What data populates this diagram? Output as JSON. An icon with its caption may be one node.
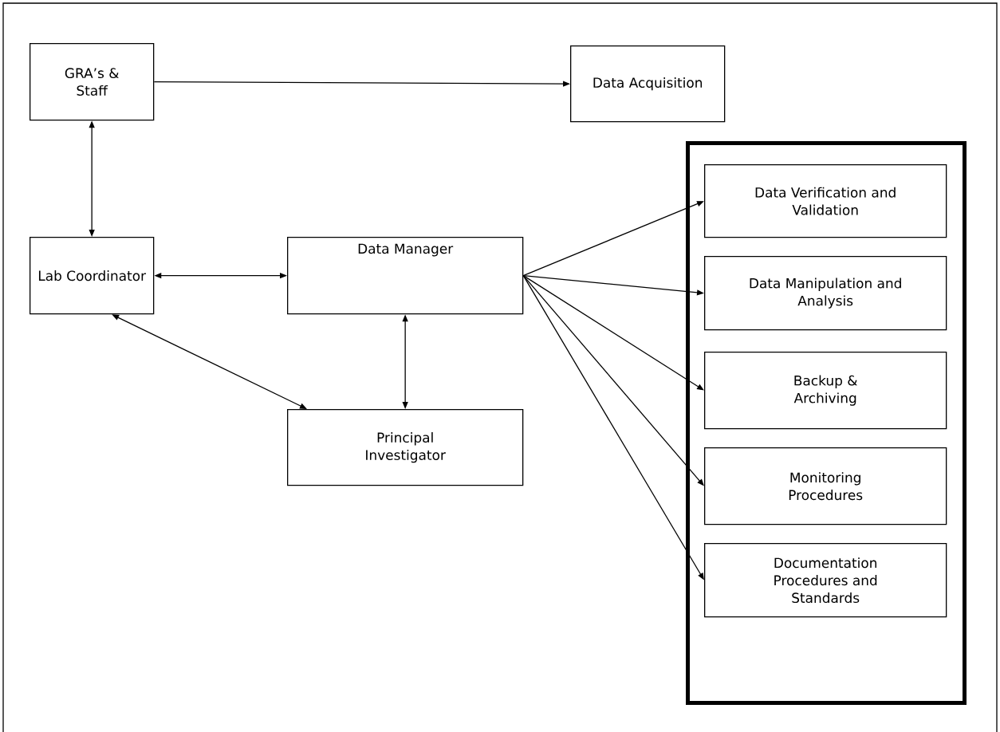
{
  "diagram": {
    "nodes": [
      {
        "text": [
          "GRA’s & Staff"
        ]
      },
      {
        "text": [
          "Data Acquisition"
        ]
      },
      {
        "text": [],
        "shape": "box"
      },
      {
        "text": [
          "Data Verification and Validation"
        ],
        "in": 2
      },
      {
        "text": [
          "Data Manipulation and Analysis"
        ],
        "in": 2
      },
      {
        "text": [
          "Backup & Archiving"
        ],
        "in": 2
      },
      {
        "text": [
          "Monitoring Procedures"
        ],
        "in": 2
      },
      {
        "text": [
          "Documentation Procedures and Standards"
        ],
        "in": 2
      },
      {
        "text": [
          "Lab Coordinator"
        ]
      },
      {
        "text": [
          "Data Manager"
        ]
      },
      {
        "text": [
          "Principal Investigator"
        ]
      }
    ],
    "edges": [
      {
        "from": 0,
        "to": 1,
        "arrow": "to"
      },
      {
        "from": 0,
        "to": 8,
        "arrow": "both"
      },
      {
        "from": 8,
        "to": 9,
        "arrow": "both"
      },
      {
        "from": 8,
        "to": 10,
        "arrow": "both"
      },
      {
        "from": 9,
        "to": 10,
        "arrow": "both"
      },
      {
        "from": 9,
        "to": 3,
        "arrow": "to"
      },
      {
        "from": 9,
        "to": 4,
        "arrow": "to"
      },
      {
        "from": 9,
        "to": 5,
        "arrow": "to"
      },
      {
        "from": 9,
        "to": 6,
        "arrow": "to"
      },
      {
        "from": 9,
        "to": 7,
        "arrow": "to"
      }
    ]
  }
}
